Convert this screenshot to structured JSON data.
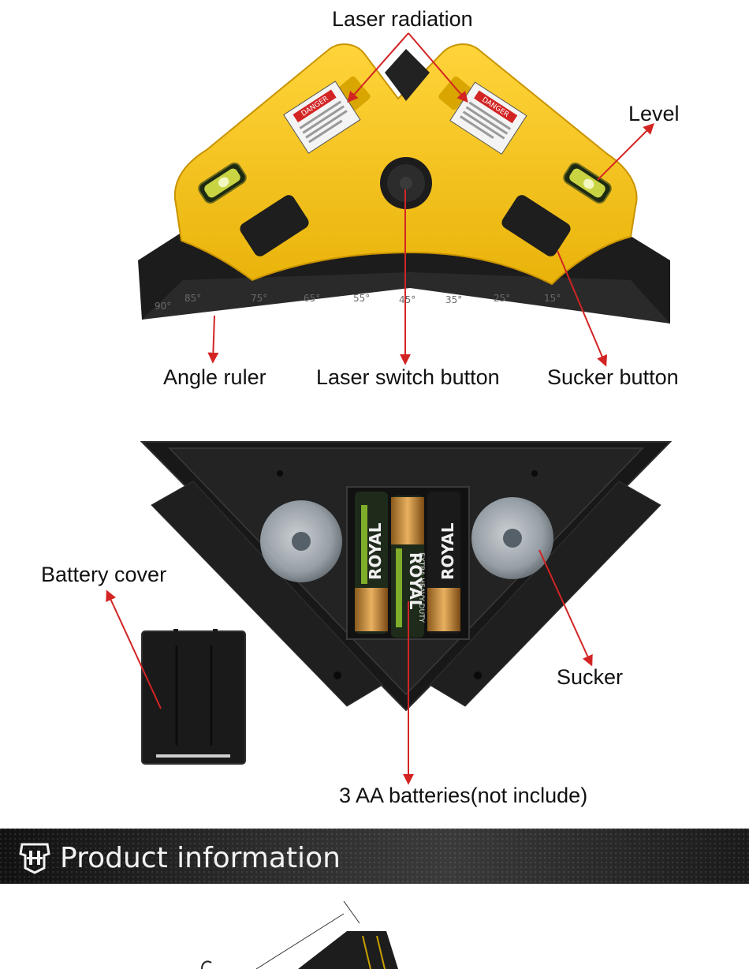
{
  "labels": {
    "laser_radiation": "Laser radiation",
    "level": "Level",
    "angle_ruler": "Angle ruler",
    "laser_switch_button": "Laser switch button",
    "sucker_button": "Sucker button",
    "battery_cover": "Battery cover",
    "sucker": "Sucker",
    "batteries": "3 AA batteries(not include)"
  },
  "ruler_ticks": [
    "90°",
    "85°",
    "75°",
    "65°",
    "55°",
    "45°",
    "35°",
    "25°",
    "15°"
  ],
  "warning_sticker": "DANGER",
  "battery_brand": "ROYAL",
  "battery_text": "EXTRA HEAVY DUTY",
  "banner": {
    "title": "Product information",
    "icon": "robot-head-icon"
  },
  "colors": {
    "tool_yellow": "#f5c518",
    "tool_body_dark": "#1c1c1c",
    "arrow_red": "#d32424",
    "banner_bg": "#222222"
  }
}
